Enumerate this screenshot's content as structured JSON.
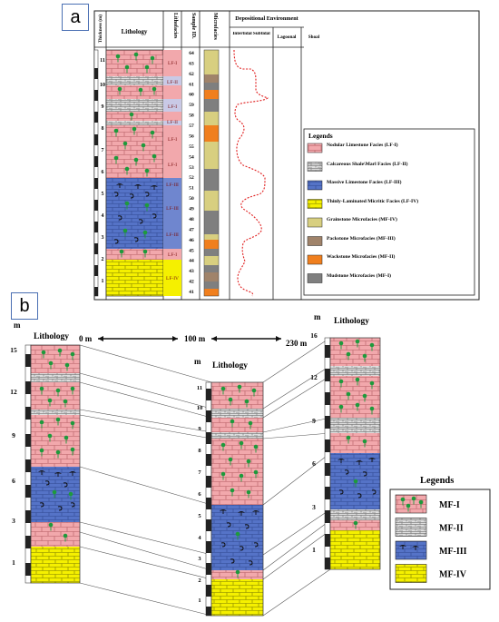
{
  "panel_a": {
    "label": "a",
    "headers": {
      "thickness": "Thickness (m)",
      "lithology": "Lithology",
      "lithofacies": "Lithofacies",
      "sample_id": "Sample ID.",
      "microfacies": "Microfacies",
      "environment": "Depositional Environment",
      "intertidal": "Intertidal Subtidal",
      "lagoonal": "Lagoonal",
      "shoal": "Shoal"
    },
    "thickness_ticks": [
      "1",
      "2",
      "3",
      "4",
      "5",
      "6",
      "7",
      "8",
      "9",
      "10",
      "11"
    ],
    "samples": [
      "41",
      "42",
      "43",
      "44",
      "45",
      "46",
      "47",
      "48",
      "49",
      "50",
      "51",
      "52",
      "53",
      "54",
      "55",
      "56",
      "57",
      "58",
      "59",
      "60",
      "61",
      "62",
      "63",
      "64"
    ],
    "lithofacies_labels": [
      "LF-IV",
      "LF-I",
      "LF-III",
      "LF-III",
      "LF-III",
      "LF-I",
      "LF-I",
      "LF-II",
      "LF-I",
      "LF-II",
      "LF-I"
    ],
    "legend_title": "Legends",
    "legend": [
      {
        "label": "Nodular Limestone Facies (LF-I)",
        "pattern": "nodular"
      },
      {
        "label": "Calcareous Shale\\Marl Facies (LF-II)",
        "pattern": "shale"
      },
      {
        "label": "Massive Limestone Facies (LF-III)",
        "pattern": "massive"
      },
      {
        "label": "Thinly-Laminated Micritic Facies (LF-IV)",
        "pattern": "micritic"
      },
      {
        "label": "Grainstone Microfacies (MF-IV)",
        "color": "#d8cf80"
      },
      {
        "label": "Packstone Microfacies (MF-III)",
        "color": "#a0836a"
      },
      {
        "label": "Wackstone Microfacies (MF-II)",
        "color": "#f07f1e"
      },
      {
        "label": "Mudstone Microfacies (MF-I)",
        "color": "#7f7f7f"
      }
    ]
  },
  "panel_b": {
    "label": "b",
    "m_label": "m",
    "lithology_label": "Lithology",
    "distance": {
      "left": "0 m",
      "mid": "100 m",
      "right": "230 m"
    },
    "col1_ticks": [
      "1",
      "3",
      "6",
      "9",
      "12",
      "15"
    ],
    "col2_ticks": [
      "1",
      "2",
      "3",
      "4",
      "5",
      "6",
      "7",
      "8",
      "9",
      "10",
      "11"
    ],
    "col3_ticks": [
      "1",
      "3",
      "6",
      "9",
      "12",
      "16"
    ],
    "legend_title": "Legends",
    "legend": [
      {
        "label": "MF-I",
        "pattern": "nodular"
      },
      {
        "label": "MF-II",
        "pattern": "shale"
      },
      {
        "label": "MF-III",
        "pattern": "massive"
      },
      {
        "label": "MF-IV",
        "pattern": "micritic"
      }
    ]
  }
}
